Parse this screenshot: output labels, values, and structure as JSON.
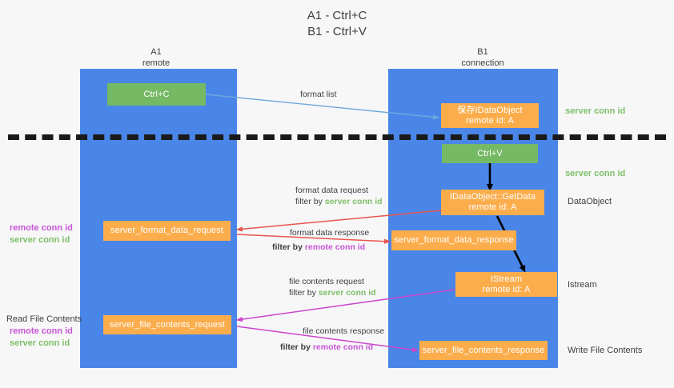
{
  "title": {
    "line1": "A1 - Ctrl+C",
    "line2": "B1 - Ctrl+V"
  },
  "lanes": [
    {
      "id": "a1",
      "name": "A1",
      "subtitle": "remote"
    },
    {
      "id": "b1",
      "name": "B1",
      "subtitle": "connection"
    }
  ],
  "colors": {
    "lane": "#4a86e8",
    "green_box": "#76b965",
    "orange_box": "#fbad4c",
    "green_text": "#7fbf6a",
    "purple_text": "#c855d8",
    "arrow_blue": "#6fa8dc",
    "arrow_red": "#e8554e",
    "arrow_magenta": "#cc44cc",
    "arrow_black": "#000000",
    "background": "#f7f7f7"
  },
  "nodes": [
    {
      "id": "ctrl-c",
      "label1": "Ctrl+C",
      "label2": "",
      "style": "green"
    },
    {
      "id": "idataobject",
      "label1": "保存IDataObject",
      "label2": "remote id: A",
      "style": "orange"
    },
    {
      "id": "ctrl-v",
      "label1": "Ctrl+V",
      "label2": "",
      "style": "green"
    },
    {
      "id": "getdata",
      "label1": "IDataObject::GetData",
      "label2": "remote id: A",
      "style": "orange"
    },
    {
      "id": "fmt-data-request",
      "label1": "server_format_data_request",
      "label2": "",
      "style": "orange"
    },
    {
      "id": "fmt-data-response",
      "label1": "server_format_data_response",
      "label2": "",
      "style": "orange"
    },
    {
      "id": "istream",
      "label1": "IStream",
      "label2": "remote id: A",
      "style": "orange"
    },
    {
      "id": "file-request",
      "label1": "server_file_contents_request",
      "label2": "",
      "style": "orange"
    },
    {
      "id": "file-response",
      "label1": "server_file_contents_response",
      "label2": "",
      "style": "orange"
    }
  ],
  "right_annotations": [
    {
      "id": "ann-server-conn-1",
      "text": "server conn id",
      "style": "green"
    },
    {
      "id": "ann-server-conn-2",
      "text": "server conn id",
      "style": "green"
    },
    {
      "id": "ann-dataobject",
      "text": "DataObject",
      "style": "plain"
    },
    {
      "id": "ann-istream",
      "text": "Istream",
      "style": "plain"
    },
    {
      "id": "ann-write-file",
      "text": "Write File Contents",
      "style": "plain"
    }
  ],
  "left_annotations": [
    {
      "id": "ann-left-conn-1",
      "line1": "remote conn id",
      "line2": "server conn id"
    },
    {
      "id": "ann-read-file",
      "line0": "Read File Contents",
      "line1": "remote conn id",
      "line2": "server conn id"
    }
  ],
  "edges": [
    {
      "id": "edge-format-list",
      "label": "format list",
      "filter_prefix": "",
      "filter_value": "",
      "color": "arrow_blue"
    },
    {
      "id": "edge-format-data-request",
      "label": "format data request",
      "filter_prefix": "filter by ",
      "filter_value": "server conn id",
      "filter_style": "green",
      "color": "arrow_red"
    },
    {
      "id": "edge-format-data-response",
      "label": "format data response",
      "filter_prefix": "filter by ",
      "filter_value": "remote conn id",
      "filter_style": "purple",
      "color": "arrow_red"
    },
    {
      "id": "edge-file-contents-request",
      "label": "file contents request",
      "filter_prefix": "filter by ",
      "filter_value": "server conn id",
      "filter_style": "green",
      "color": "arrow_magenta"
    },
    {
      "id": "edge-file-contents-response",
      "label": "file contents response",
      "filter_prefix": "filter by ",
      "filter_value": "remote conn id",
      "filter_style": "purple",
      "color": "arrow_magenta"
    }
  ]
}
